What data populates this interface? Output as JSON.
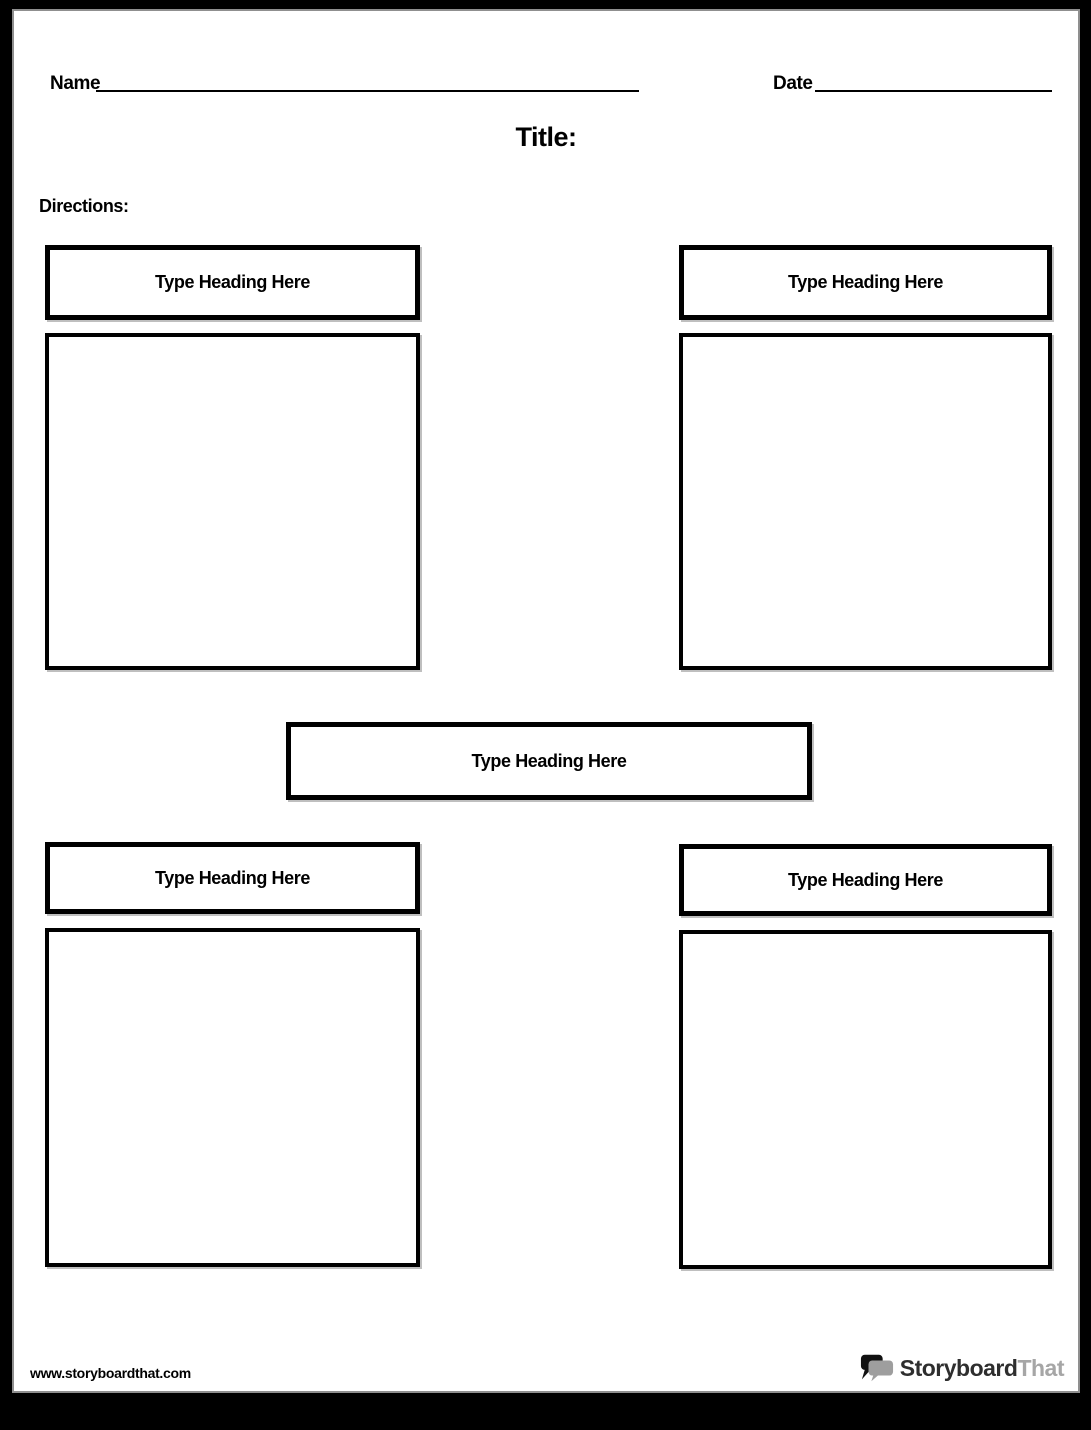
{
  "page": {
    "name_label": "Name",
    "date_label": "Date",
    "title": "Title:",
    "directions_label": "Directions:"
  },
  "sections": [
    {
      "position": "top-left",
      "heading": "Type Heading Here"
    },
    {
      "position": "top-right",
      "heading": "Type Heading Here"
    },
    {
      "position": "middle",
      "heading": "Type Heading Here"
    },
    {
      "position": "bottom-left",
      "heading": "Type Heading Here"
    },
    {
      "position": "bottom-right",
      "heading": "Type Heading Here"
    }
  ],
  "footer": {
    "website": "www.storyboardthat.com",
    "logo_primary": "Storyboard",
    "logo_secondary": "That"
  },
  "colors": {
    "ink": "#000000",
    "frame": "#000000",
    "page_background": "#ffffff",
    "logo_gray": "#9e9e9e",
    "logo_text_gray": "#a6a6a6"
  }
}
